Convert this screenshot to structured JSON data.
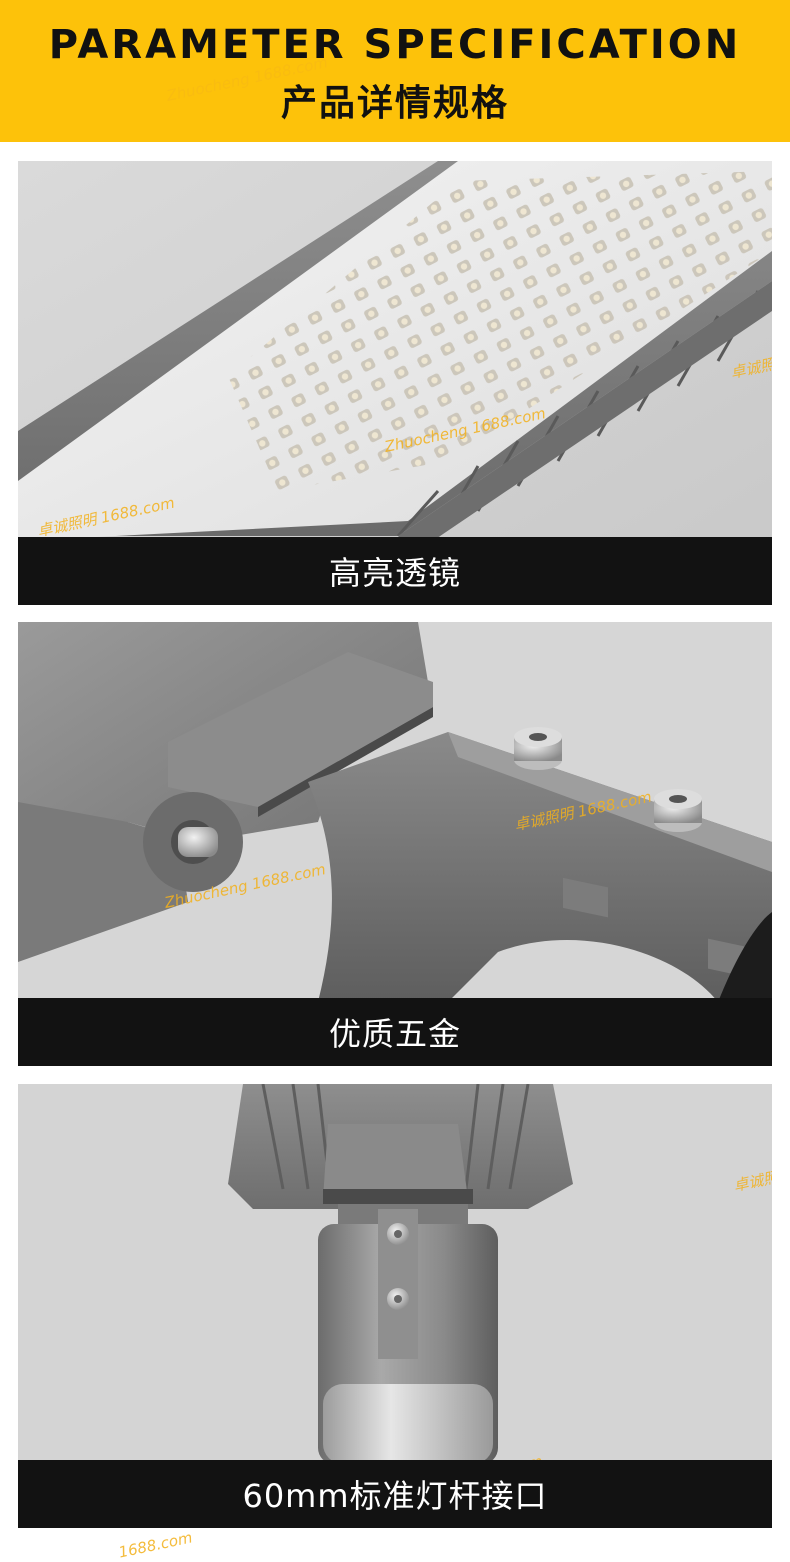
{
  "header": {
    "title_en": "PARAMETER SPECIFICATION",
    "title_zh": "产品详情规格"
  },
  "colors": {
    "header_bg": "#fdc20a",
    "caption_bg": "#121212",
    "watermark": "#f3b11c"
  },
  "panels": [
    {
      "caption": "高亮透镜"
    },
    {
      "caption": "优质五金"
    },
    {
      "caption": "60mm标准灯杆接口"
    }
  ],
  "watermarks": {
    "brand_cn": "卓诚照明 1688.com",
    "brand_en": "Zhuocheng 1688.com",
    "cn_partial": "卓诚照明",
    "domain_partial": "1688.com"
  }
}
